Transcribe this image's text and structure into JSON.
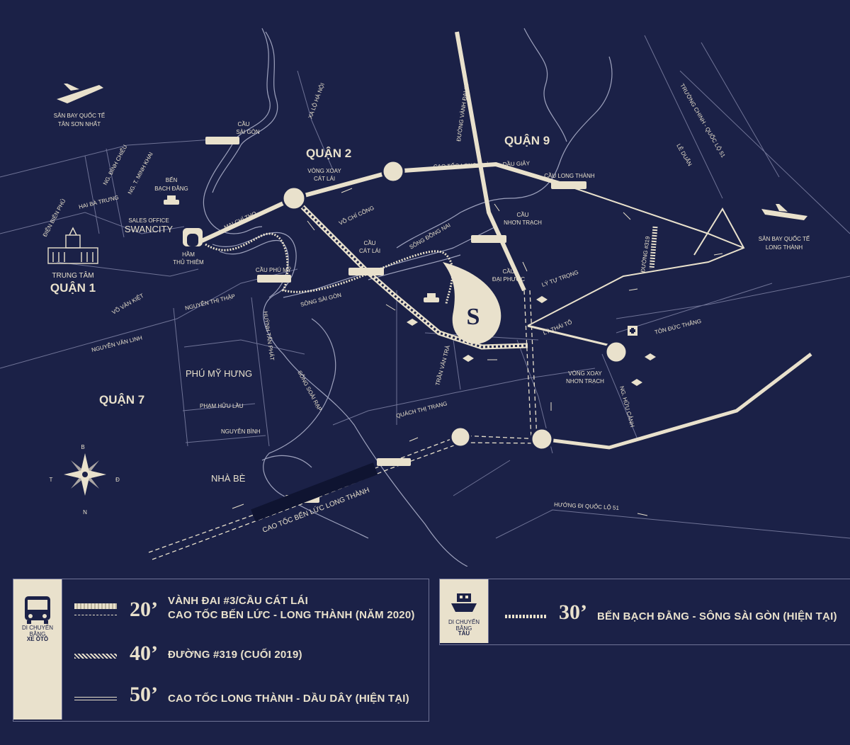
{
  "map": {
    "districts": {
      "q1": "QUẬN 1",
      "q1_prefix": "TRUNG TÂM",
      "q2": "QUẬN 2",
      "q9": "QUẬN 9",
      "q7": "QUẬN 7",
      "phu_my_hung": "PHÚ MỸ HƯNG",
      "nha_be": "NHÀ BÈ"
    },
    "airports": {
      "tsn_line1": "SÂN BAY QUỐC TẾ",
      "tsn_line2": "TÂN SƠN NHẤT",
      "lt_line1": "SÂN BAY QUỐC TẾ",
      "lt_line2": "LONG THÀNH"
    },
    "sales_office_line1": "SALES OFFICE",
    "sales_office_line2": "SWANCITY",
    "ben_bach_dang_line1": "BẾN",
    "ben_bach_dang_line2": "BẠCH ĐẰNG",
    "bridges": {
      "cau_sai_gon_1": "CẦU",
      "cau_sai_gon_2": "SÀI GÒN",
      "cau_phu_my": "CẦU PHÚ MỸ",
      "cau_cat_lai_1": "CẦU",
      "cau_cat_lai_2": "CÁT LÁI",
      "cau_nhon_trach_1": "CẦU",
      "cau_nhon_trach_2": "NHƠN TRẠCH",
      "cau_dai_phuoc_1": "CẦU",
      "cau_dai_phuoc_2": "ĐẠI PHƯỚC",
      "cau_long_thanh": "CẦU LONG THÀNH",
      "ham_thu_thiem_1": "HẦM",
      "ham_thu_thiem_2": "THỦ THIÊM"
    },
    "roundabouts": {
      "cat_lai_1": "VÒNG XOAY",
      "cat_lai_2": "CÁT LÁI",
      "nhon_trach_1": "VÒNG XOAY",
      "nhon_trach_2": "NHƠN TRẠCH"
    },
    "streets": {
      "ng_dinh_chieu": "NG. ĐÌNH CHIỂU",
      "ng_t_minh_khai": "NG. T. MINH KHAI",
      "hai_ba_trung": "HAI BÀ TRƯNG",
      "dien_bien_phu": "ĐIỆN BIÊN PHỦ",
      "xa_lo_ha_noi": "XA LỘ HÀ NỘI",
      "mai_chi_tho": "MAI CHÍ THỌ",
      "vo_chi_cong": "VÕ CHÍ CÔNG",
      "vo_van_kiet": "VÕ VĂN KIỆT",
      "nguyen_thi_thap": "NGUYỄN THỊ THẬP",
      "nguyen_van_linh": "NGUYỄN VĂN LINH",
      "huynh_tan_phat": "HUỲNH TẤN PHÁT",
      "pham_huu_lau": "PHẠM HỮU LẦU",
      "nguyen_binh": "NGUYỄN BÌNH",
      "song_sai_gon": "SÔNG SÀI GÒN",
      "song_dong_nai": "SÔNG ĐỒNG NAI",
      "song_soai_rap": "SÔNG SOÀI RẠP",
      "tran_van_tra": "TRẦN VĂN TRÀ",
      "quach_thi_trang": "QUÁCH THỊ TRANG",
      "duong_vanh_dai_3": "ĐƯỜNG VÀNH ĐAI #3",
      "cao_toc_lt_dg": "CAO TỐC LONG THÀNH - DẦU GIÂY",
      "truong_chinh_ql51": "TRƯỜNG CHINH - QUỐC LỘ 51",
      "le_duan": "LÊ DUẨN",
      "duong_319": "ĐƯỜNG #319",
      "ly_tu_trong": "LÝ TỰ TRỌNG",
      "ly_thai_to": "LÝ THÁI TỔ",
      "ton_duc_thang": "TÔN ĐỨC THẮNG",
      "ng_huu_canh": "NG. HỮU CẢNH",
      "huong_di_ql51": "HƯỚNG ĐI QUỐC LỘ 51",
      "cao_toc_ben_luc": "CAO TỐC BẾN LỨC LONG THÀNH"
    },
    "compass": {
      "n": "B",
      "s": "N",
      "w": "T",
      "e": "Đ"
    },
    "project_logo": "S"
  },
  "legend": {
    "car": {
      "caption_line1": "DI CHUYỂN BẰNG",
      "caption_line2": "XE ÔTÔ",
      "icon": "bus-icon",
      "rows": [
        {
          "time": "20’",
          "line1": "VÀNH ĐAI #3/CẦU CÁT LÁI",
          "line2": "CAO TỐC BẾN LỨC - LONG THÀNH (NĂM 2020)"
        },
        {
          "time": "40’",
          "line1": "ĐƯỜNG #319 (CUỐI 2019)"
        },
        {
          "time": "50’",
          "line1": "CAO TỐC LONG THÀNH - DẦU DÂY (HIỆN TẠI)"
        }
      ]
    },
    "boat": {
      "caption_line1": "DI CHUYỂN BẰNG",
      "caption_line2": "TÀU",
      "icon": "ship-icon",
      "rows": [
        {
          "time": "30’",
          "line1": "BẾN BẠCH ĐẰNG - SÔNG SÀI GÒN (HIỆN TẠI)"
        }
      ]
    }
  },
  "colors": {
    "background": "#1b2147",
    "ink": "#e9e1cc",
    "line": "#6f7396"
  }
}
